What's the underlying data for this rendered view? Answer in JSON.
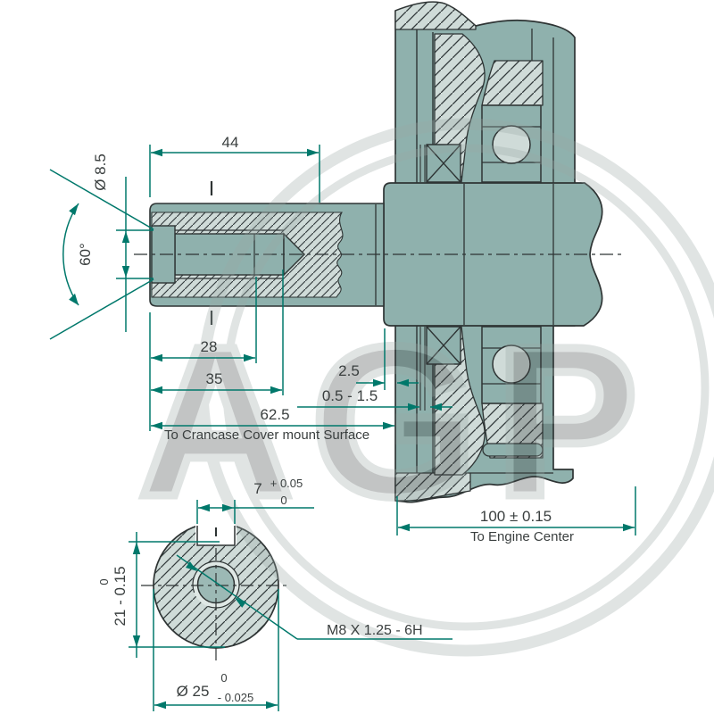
{
  "drawing": {
    "type": "technical-section-drawing",
    "subject": "engine crankshaft PTO end with crankcase section and shaft end view",
    "watermark": "AGP",
    "colors": {
      "part_fill": "#8fb1ad",
      "section_fill": "#cfdbd8",
      "bore_fill": "#9cb9b5",
      "dimension_green": "#00786b",
      "outline": "#2e3434",
      "text": "#3a3f3f",
      "watermark_gray": "#9aa8a6"
    },
    "labels": {
      "dim_44": "44",
      "dia_8_5": "Ø 8.5",
      "angle_60": "60°",
      "dim_28": "28",
      "dim_35": "35",
      "dim_62_5": "62.5",
      "note_crankcase": "To Crancase Cover mount Surface",
      "dim_2_5": "2.5",
      "dim_gap": "0.5 - 1.5",
      "dim_100": "100 ± 0.15",
      "note_engine": "To Engine Center",
      "key_width": "7",
      "key_width_tol_up": "+ 0.05",
      "key_width_tol_low": "0",
      "key_height_tol_up": "0",
      "key_height": "21 - 0.15",
      "dia_25": "Ø 25",
      "dia_25_tol_up": "0",
      "dia_25_tol_low": "- 0.025",
      "thread_note": "M8 X 1.25 - 6H"
    }
  }
}
